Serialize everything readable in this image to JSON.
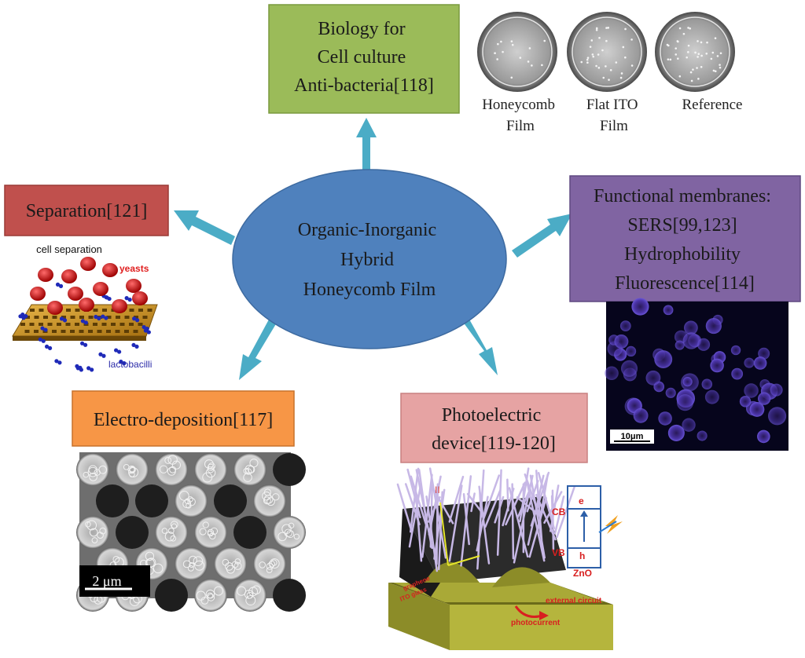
{
  "center": {
    "lines": [
      "Organic-Inorganic",
      "Hybrid",
      "Honeycomb Film"
    ]
  },
  "biology": {
    "lines": [
      "Biology for",
      "Cell culture",
      "Anti-bacteria[118]"
    ]
  },
  "petri": [
    {
      "lines": [
        "Honeycomb",
        "Film"
      ]
    },
    {
      "lines": [
        "Flat ITO",
        "Film"
      ]
    },
    {
      "lines": [
        "Reference"
      ]
    }
  ],
  "separation": {
    "label": "Separation[121]",
    "image": {
      "title": "cell separation",
      "yeasts": "yeasts",
      "lactobacilli": "lactobacilli"
    }
  },
  "membranes": {
    "lines": [
      "Functional membranes:",
      "SERS[99,123]",
      "Hydrophobility",
      "Fluorescence[114]"
    ],
    "scalebar": "10μm"
  },
  "electro": {
    "label": "Electro-deposition[117]",
    "scalebar": "2 μm"
  },
  "photo": {
    "lines": [
      "Photoelectric",
      "device[119-120]"
    ],
    "image": {
      "roman": "II",
      "cb": "CB",
      "vb": "VB",
      "e": "e",
      "h": "h",
      "zno": "ZnO",
      "graphene": "graphene",
      "ito": "ITO glass",
      "circuit": "external circuit",
      "current": "photocurrent"
    }
  },
  "colors": {
    "green_box": "#9bbb59",
    "red_box": "#c0504d",
    "purple_box": "#8064a2",
    "orange_box": "#f79646",
    "pink_box": "#e6a3a3",
    "ellipse": "#4f81bd",
    "arrow": "#4bacc6"
  }
}
